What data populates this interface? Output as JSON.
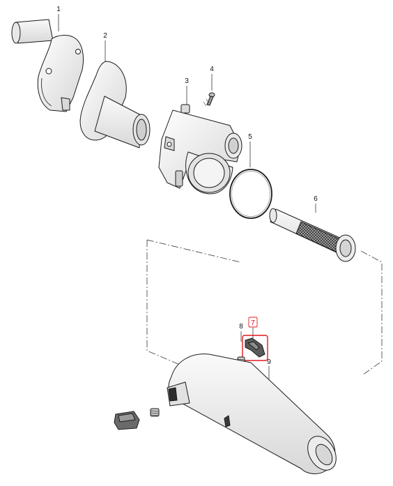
{
  "callouts": [
    "1",
    "2",
    "3",
    "4",
    "5",
    "6",
    "7",
    "8",
    "9"
  ],
  "highlight_callout": "7",
  "colors": {
    "line": "#1a1a1a",
    "part_fill": "#f7f7f7",
    "part_shade": "#cfcfcf",
    "part_dark": "#555555",
    "highlight": "#e0191c",
    "label": "#111111"
  }
}
